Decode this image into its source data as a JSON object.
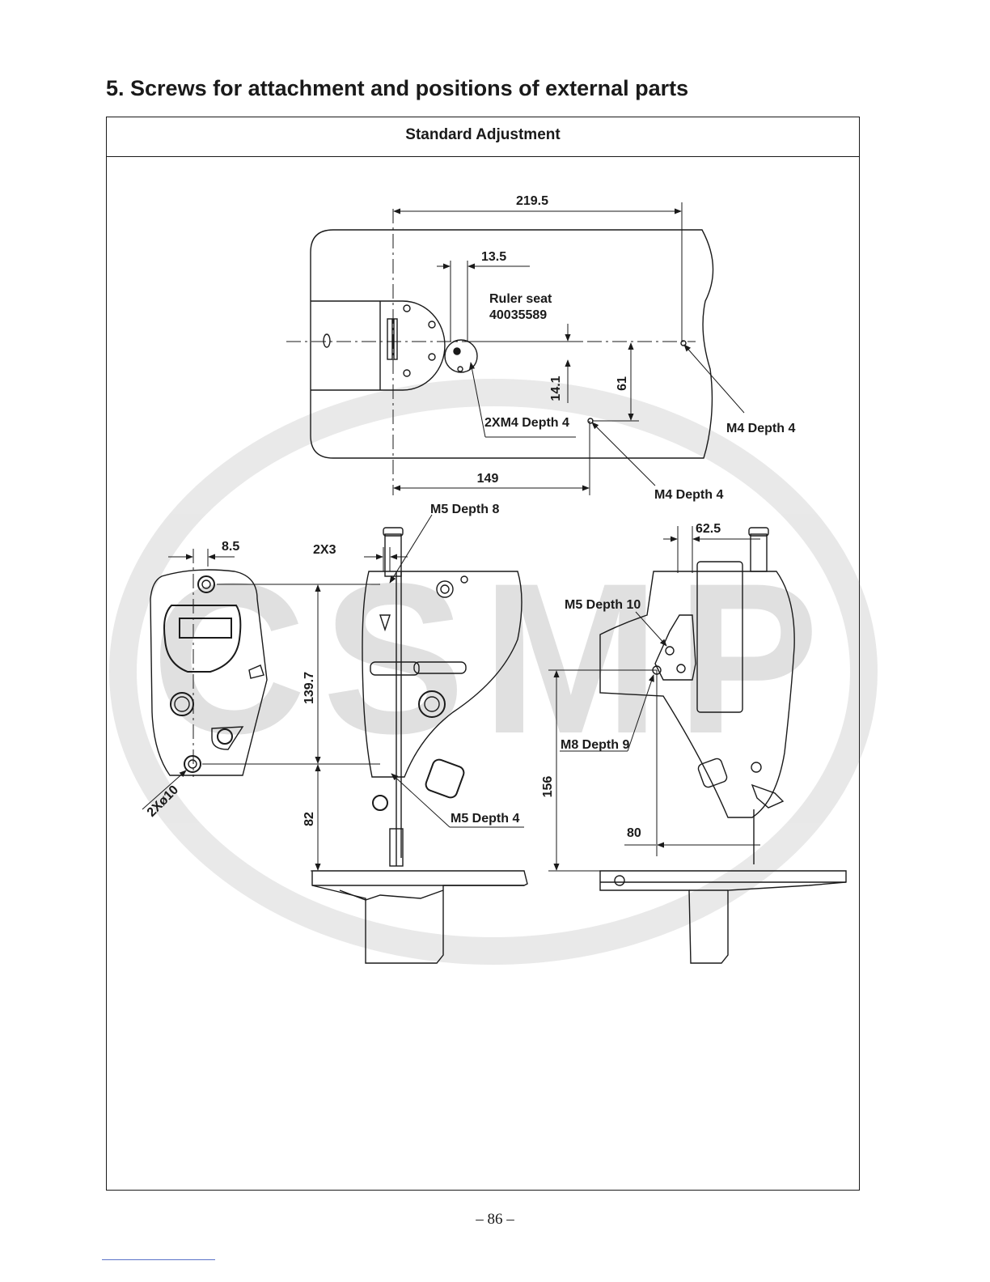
{
  "section_title": "5. Screws for attachment and positions of external parts",
  "panel_header": "Standard Adjustment",
  "watermark": "CSMP",
  "top_view": {
    "dim_219_5": "219.5",
    "dim_13_5": "13.5",
    "ruler_seat_label": "Ruler seat",
    "ruler_seat_part": "40035589",
    "dim_14_1": "14.1",
    "dim_61": "61",
    "dim_149": "149",
    "callout_2xm4": "2XM4 Depth 4",
    "callout_m4_right": "M4 Depth 4",
    "callout_m4_bottom": "M4 Depth 4"
  },
  "front_view": {
    "dim_8_5": "8.5",
    "dim_2x3": "2X3",
    "callout_m5_d8": "M5 Depth 8",
    "dim_139_7": "139.7",
    "dim_82": "82",
    "callout_2xo10": "2Xø10",
    "callout_m5_d4": "M5 Depth 4"
  },
  "side_view": {
    "dim_62_5": "62.5",
    "callout_m5_d10": "M5 Depth 10",
    "callout_m8_d9": "M8 Depth 9",
    "dim_156": "156",
    "dim_80": "80"
  },
  "page_number": "– 86 –"
}
